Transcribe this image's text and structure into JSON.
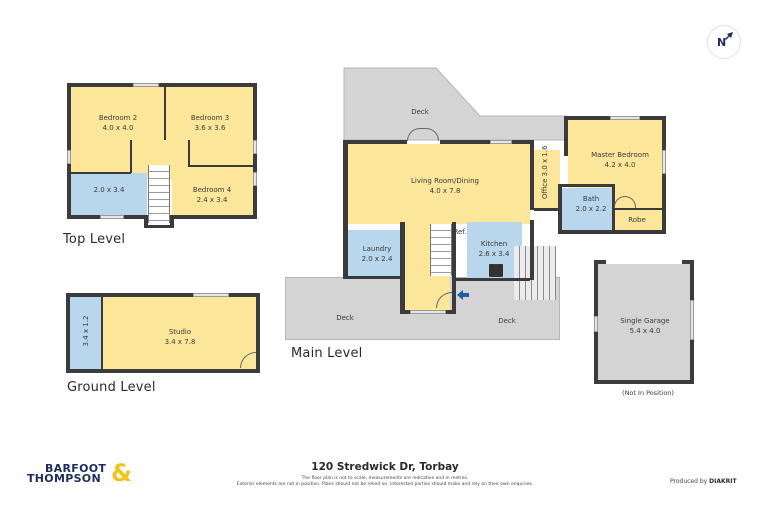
{
  "compass": {
    "label": "N",
    "icon": "north-arrow-icon"
  },
  "levels": {
    "top": {
      "label": "Top Level",
      "rooms": [
        {
          "name": "Bedroom 2",
          "size": "4.0 x 4.0"
        },
        {
          "name": "Bedroom 3",
          "size": "3.6 x 3.6"
        },
        {
          "name": "Bedroom 4",
          "size": "2.4 x 3.4"
        },
        {
          "name": "",
          "size": "2.0 x 3.4"
        }
      ]
    },
    "ground": {
      "label": "Ground Level",
      "rooms": [
        {
          "name": "Studio",
          "size": "3.4 x 7.8"
        },
        {
          "name": "",
          "size": "3.4 x 1.2"
        }
      ]
    },
    "main": {
      "label": "Main Level",
      "rooms": [
        {
          "name": "Deck",
          "size": ""
        },
        {
          "name": "Living Room/Dining",
          "size": "4.0 x 7.8"
        },
        {
          "name": "Office",
          "size": "3.0 x 1.6"
        },
        {
          "name": "Master Bedroom",
          "size": "4.2 x 4.0"
        },
        {
          "name": "Bath",
          "size": "2.0 x 2.2"
        },
        {
          "name": "Robe",
          "size": ""
        },
        {
          "name": "Laundry",
          "size": "2.0 x 2.4"
        },
        {
          "name": "Ref.",
          "size": ""
        },
        {
          "name": "Kitchen",
          "size": "2.6 x 3.4"
        },
        {
          "name": "Deck",
          "size": ""
        },
        {
          "name": "Deck",
          "size": ""
        }
      ]
    },
    "garage": {
      "name": "Single Garage",
      "size": "5.4 x 4.0",
      "note": "(Not In Position)"
    }
  },
  "footer": {
    "brand_line1": "BARFOOT",
    "brand_line2": "THOMPSON",
    "brand_amp": "&",
    "address": "120 Stredwick Dr, Torbay",
    "disclaimer1": "The floor plan is not to scale, measurements are indicative and in metres.",
    "disclaimer2": "Exterior elements are not in position. Plans should not be relied on. Interested parties should make and rely on their own enquiries.",
    "produced_by": "Produced by",
    "producer": "DIAKRIT"
  },
  "colors": {
    "room_yellow": "#fbe69a",
    "wet_blue": "#b9d7ec",
    "deck_grey": "#d4d4d4",
    "wall": "#3b3b3b",
    "brand_navy": "#1d2d5c",
    "brand_gold": "#f0c419",
    "entry_arrow": "#1f5fb0"
  }
}
